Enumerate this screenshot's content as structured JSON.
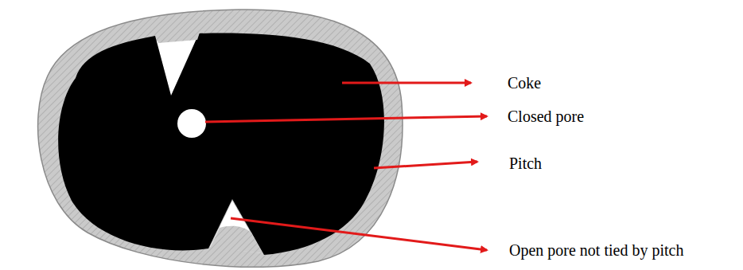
{
  "diagram": {
    "labels": [
      "Coke",
      "Closed pore",
      "Pitch",
      "Open pore not tied by pitch"
    ]
  }
}
